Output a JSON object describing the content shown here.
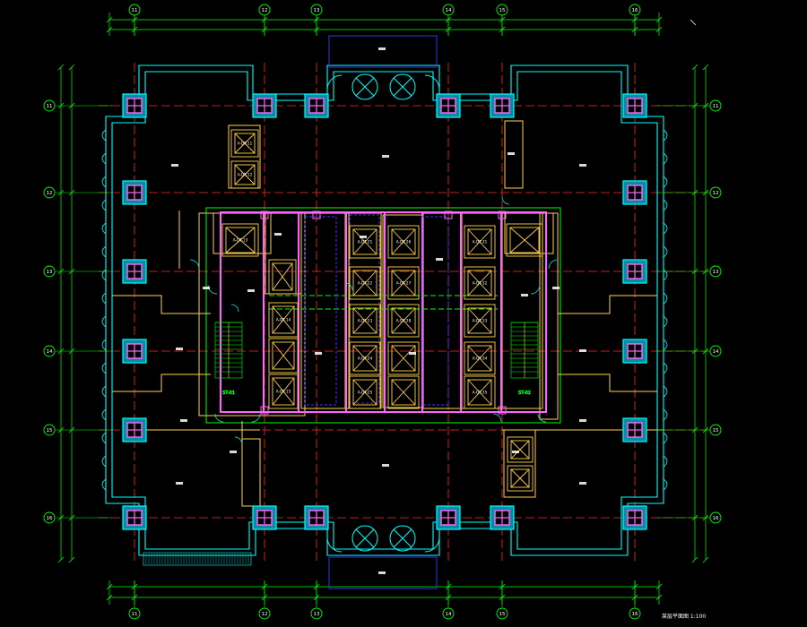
{
  "drawing": {
    "colors": {
      "background": "#000000",
      "wall": "#00ffff",
      "wall_fill": "#0a8aa0",
      "axis": "#ff2a2a",
      "dimension": "#00ff00",
      "core": "#ffd24a",
      "elevator": "#ffd24a",
      "column": "#ff66ff",
      "door": "#00ffff",
      "text": "#ffffff",
      "grid_bubble": "#00ff00",
      "core_wall": "#ff66ff",
      "stair": "#00ff00",
      "blue_box": "#3a3aff"
    },
    "grid_cols_top": [
      "11",
      "12",
      "13",
      "14",
      "15",
      "16"
    ],
    "grid_cols_bottom": [
      "11",
      "12",
      "13",
      "14",
      "15",
      "16"
    ],
    "grid_rows_left": [
      "11",
      "12",
      "13",
      "14",
      "15",
      "16"
    ],
    "grid_rows_right": [
      "11",
      "12",
      "13",
      "14",
      "15",
      "16"
    ],
    "elevator_labels": {
      "left": [
        "A-DT-11",
        "A-DT-12",
        "A-DT-13",
        "A-DT-14",
        "A-DT-15"
      ],
      "mid": [
        "A-DT-21",
        "A-DT-22",
        "A-DT-23",
        "A-DT-24",
        "A-DT-25",
        "A-DT-26",
        "A-DT-27",
        "A-DT-28"
      ],
      "right": [
        "A-DT-31",
        "A-DT-32",
        "A-DT-33",
        "A-DT-34",
        "A-DT-35",
        "A-DT-36"
      ]
    },
    "stair_labels": [
      "ST-01",
      "ST-02"
    ],
    "footer_note": "某层平面图 1:100"
  }
}
